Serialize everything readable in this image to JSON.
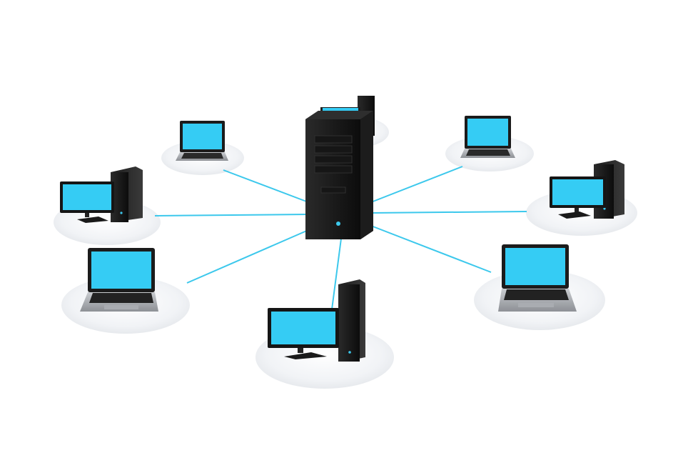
{
  "diagram": {
    "type": "star-network-topology",
    "hub": {
      "device": "server-tower"
    },
    "nodes": [
      {
        "device": "laptop"
      },
      {
        "device": "laptop"
      },
      {
        "device": "desktop"
      },
      {
        "device": "desktop"
      },
      {
        "device": "laptop"
      },
      {
        "device": "laptop"
      },
      {
        "device": "desktop"
      },
      {
        "device": "desktop"
      },
      {
        "device": "server-tower"
      }
    ]
  },
  "colors": {
    "background": "#ffffff",
    "link": "#3cc8ec",
    "screen": "#35ccf4",
    "case": "#1a1a1a",
    "platform": "#eef0f3"
  }
}
